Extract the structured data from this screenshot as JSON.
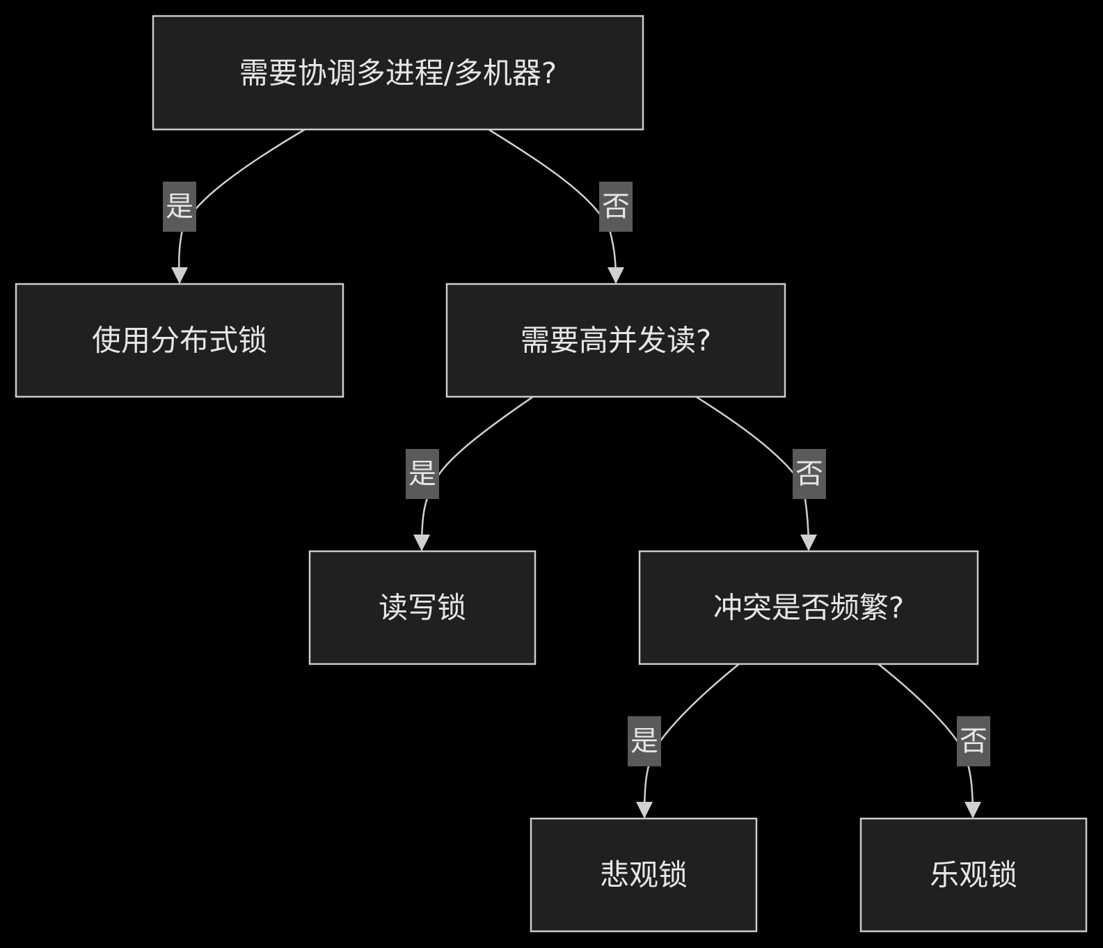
{
  "colors": {
    "background": "#000000",
    "node_fill": "#1f2020",
    "node_stroke": "#cccccc",
    "edge": "#d0d0d0",
    "label_bg": "#5a5a5a",
    "text": "#e6e6e6"
  },
  "nodes": {
    "q_multi": "需要协调多进程/多机器?",
    "distributed": "使用分布式锁",
    "q_read": "需要高并发读?",
    "rwlock": "读写锁",
    "q_conflict": "冲突是否频繁?",
    "pessimistic": "悲观锁",
    "optimistic": "乐观锁"
  },
  "edges": {
    "e1": "是",
    "e2": "否",
    "e3": "是",
    "e4": "否",
    "e5": "是",
    "e6": "否"
  }
}
